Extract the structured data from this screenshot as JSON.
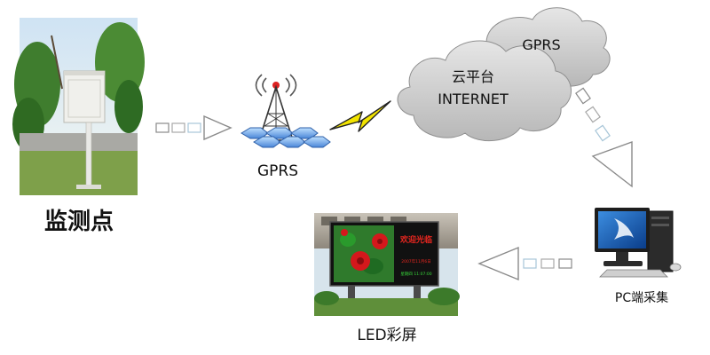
{
  "labels": {
    "monitor_point": "监测点",
    "gprs_tower": "GPRS",
    "cloud_platform": "云平台",
    "internet": "INTERNET",
    "gprs_cloud": "GPRS",
    "pc_collect": "PC端采集",
    "led_screen": "LED彩屏"
  },
  "led_screen_text": {
    "headline": "欢迎光临",
    "date_line": "2007年11月6日",
    "time_line": "星期四 11:07:00"
  },
  "icons": {
    "monitor_photo": "monitoring-station-photo",
    "tower": "gprs-tower-icon",
    "lightning": "lightning-bolt-icon",
    "cloud": "cloud-icon",
    "computer": "desktop-computer-icon",
    "led": "led-billboard-photo"
  },
  "colors": {
    "lightning": "#f2e400",
    "cloud": "#c9c9c9",
    "tower_blue": "#4a86d8",
    "led_headline": "#e5261f",
    "led_date": "#e5261f",
    "led_time": "#38d63a"
  }
}
